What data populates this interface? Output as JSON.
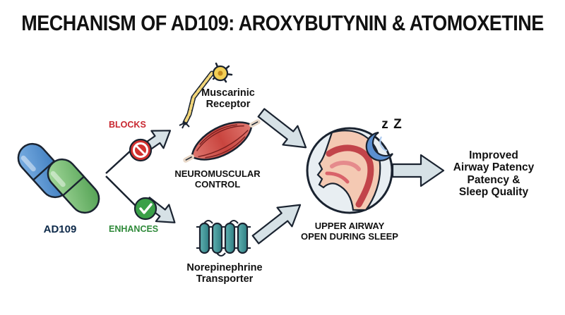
{
  "title": "MECHANISM OF AD109: AROXYBUTYNIN & ATOMOXETINE",
  "drug": {
    "label": "AD109"
  },
  "actions": {
    "blocks": "BLOCKS",
    "enhances": "ENHANCES"
  },
  "targets": {
    "muscarinic_line1": "Muscarinic",
    "muscarinic_line2": "Receptor",
    "neuromuscular_line1": "NEUROMUSCULAR",
    "neuromuscular_line2": "CONTROL",
    "norepinephrine_line1": "Norepinephrine",
    "norepinephrine_line2": "Transporter"
  },
  "airway": {
    "line1": "UPPER AIRWAY",
    "line2": "OPEN DURING SLEEP",
    "sleep_symbol": "z Z"
  },
  "outcome": {
    "line1": "Improved",
    "line2": "Airway Patency",
    "line3": "Patency &",
    "line4": "Sleep Quality"
  },
  "colors": {
    "block_red": "#c8262f",
    "enhance_green": "#2f8a3a",
    "arrow_fill": "#d6e1e6",
    "pill_blue": "#3f7fc4",
    "pill_green": "#6fb86a"
  }
}
